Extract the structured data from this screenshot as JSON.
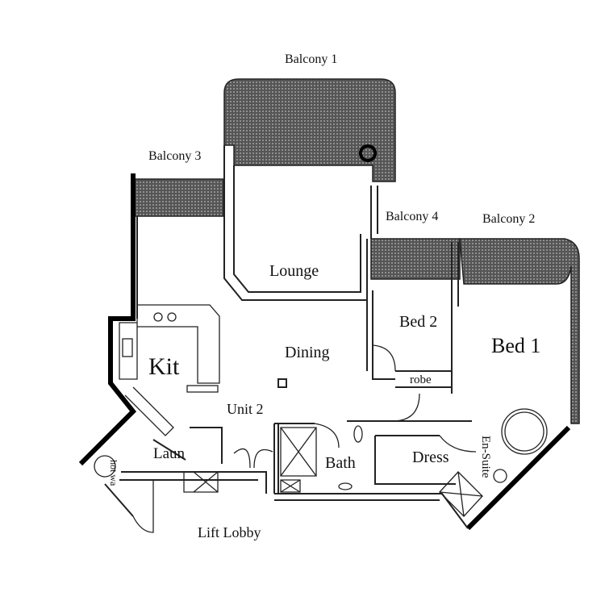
{
  "title": "Unit 2",
  "rooms": {
    "balcony1": "Balcony 1",
    "balcony2": "Balcony 2",
    "balcony3": "Balcony 3",
    "balcony4": "Balcony 4",
    "lounge": "Lounge",
    "dining": "Dining",
    "kitchen": "Kit",
    "bed1": "Bed 1",
    "bed2": "Bed 2",
    "robe": "robe",
    "laundry": "Laun",
    "bath": "Bath",
    "dress": "Dress",
    "ensuite": "En-Suite",
    "hot_water": "hot wa",
    "lift_lobby": "Lift Lobby"
  }
}
